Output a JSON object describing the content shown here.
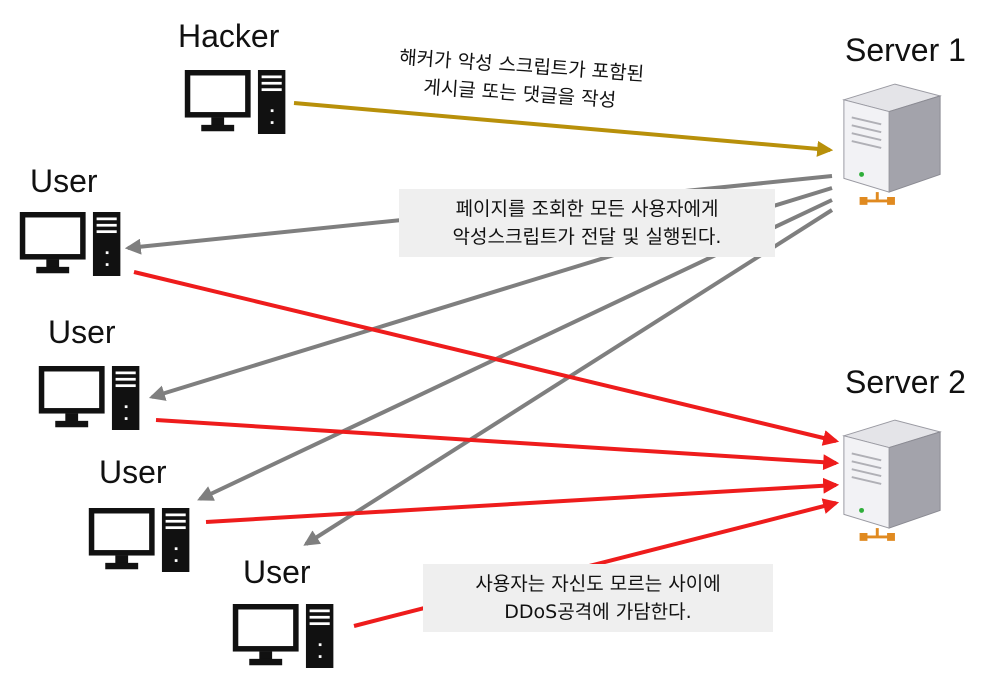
{
  "nodes": {
    "hacker": "Hacker",
    "server1": "Server 1",
    "server2": "Server 2",
    "user1": "User",
    "user2": "User",
    "user3": "User",
    "user4": "User"
  },
  "notes": {
    "hacker_line1": "해커가 악성 스크립트가 포함된",
    "hacker_line2": "게시글 또는 댓글을 작성",
    "deliver_line1": "페이지를 조회한 모든 사용자에게",
    "deliver_line2": "악성스크립트가 전달 및 실행된다.",
    "ddos_line1": "사용자는 자신도 모르는 사이에",
    "ddos_line2": "DDoS공격에 가담한다."
  },
  "colors": {
    "hacker_arrow": "#b8900a",
    "delivery_arrow": "#7f7f7f",
    "attack_arrow": "#ee1c1c",
    "note_background": "#efefef"
  },
  "icons": {
    "computer": "desktop-computer-icon",
    "server": "server-tower-icon"
  }
}
